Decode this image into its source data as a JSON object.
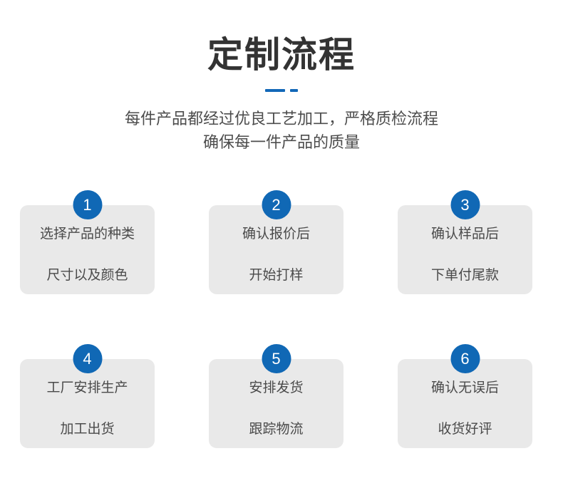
{
  "header": {
    "title": "定制流程",
    "divider_color": "#1268b8",
    "subtitle_lines": [
      "每件产品都经过优良工艺加工，严格质检流程",
      "确保每一件产品的质量"
    ]
  },
  "theme": {
    "accent": "#1068b5",
    "card_bg": "#e9e9e9",
    "title_color": "#333333",
    "body_text": "#4a4a4a",
    "page_bg": "#ffffff"
  },
  "steps": [
    {
      "number": "1",
      "lines": [
        "选择产品的种类",
        "尺寸以及颜色"
      ]
    },
    {
      "number": "2",
      "lines": [
        "确认报价后",
        "开始打样"
      ]
    },
    {
      "number": "3",
      "lines": [
        "确认样品后",
        "下单付尾款"
      ]
    },
    {
      "number": "4",
      "lines": [
        "工厂安排生产",
        "加工出货"
      ]
    },
    {
      "number": "5",
      "lines": [
        "安排发货",
        "跟踪物流"
      ]
    },
    {
      "number": "6",
      "lines": [
        "确认无误后",
        "收货好评"
      ]
    }
  ]
}
